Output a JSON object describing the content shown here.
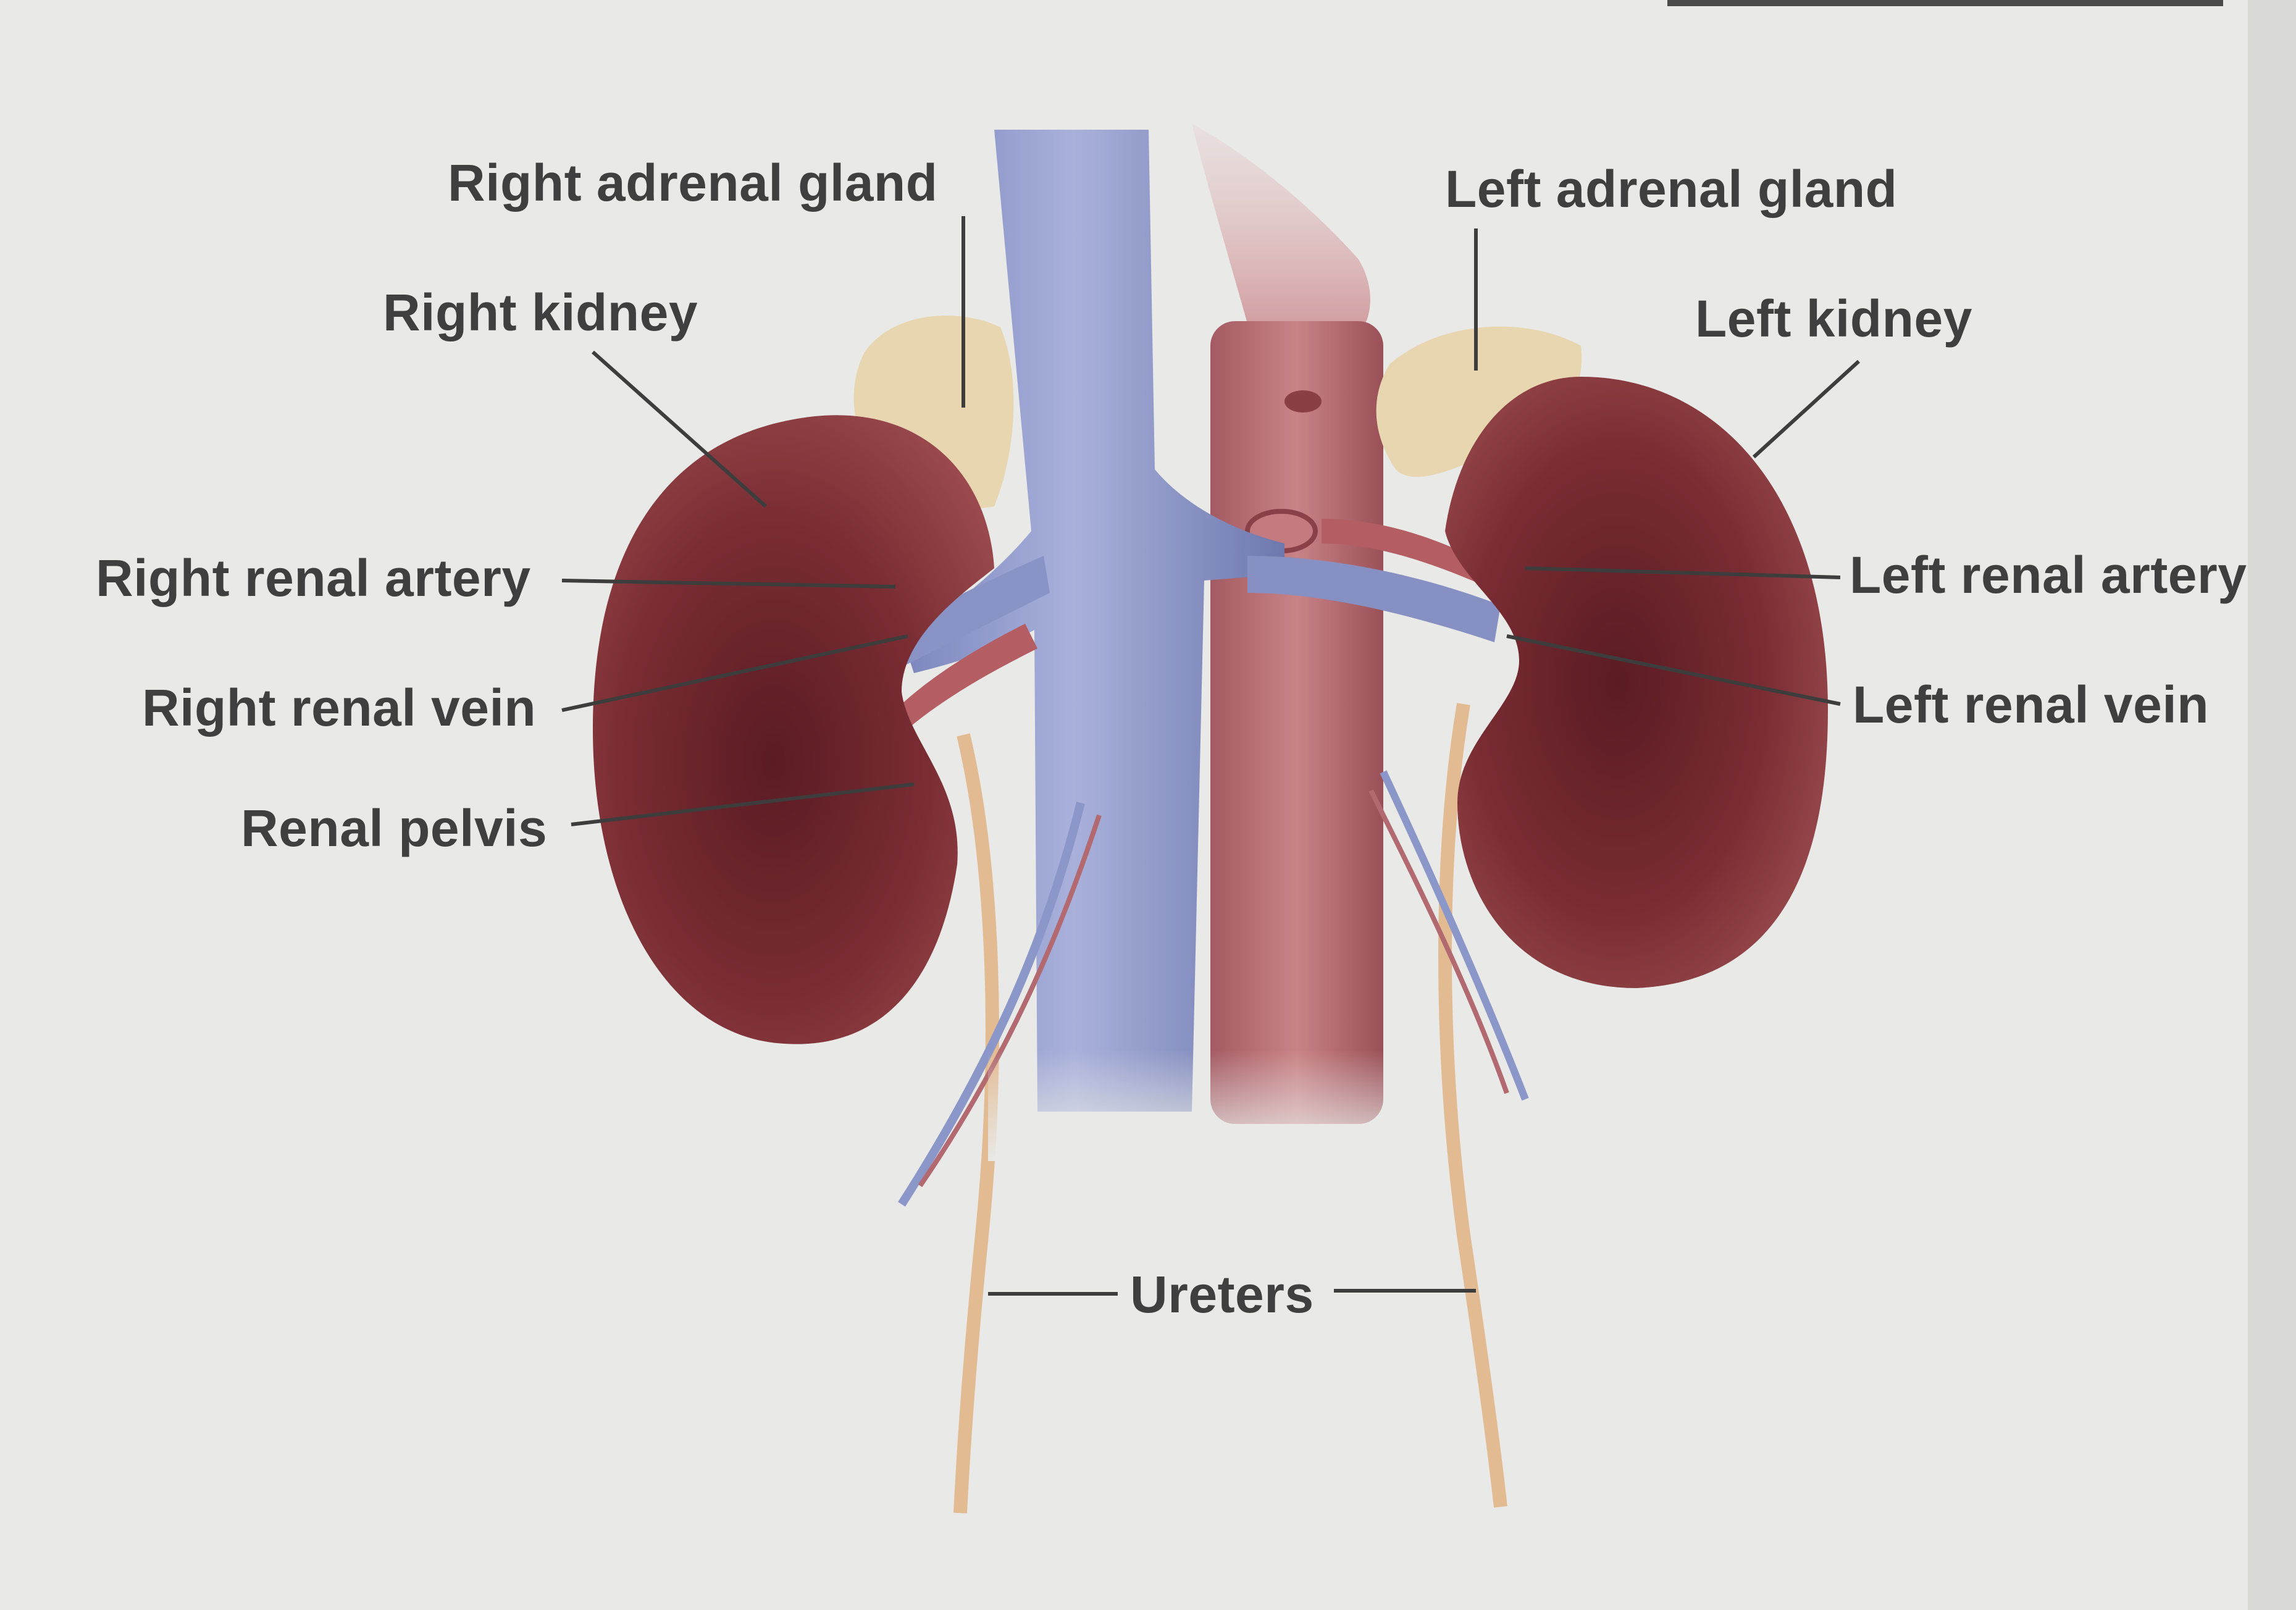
{
  "labels": {
    "right_adrenal_gland": "Right adrenal gland",
    "right_kidney": "Right kidney",
    "right_renal_artery": "Right renal artery",
    "right_renal_vein": "Right renal vein",
    "renal_pelvis": "Renal pelvis",
    "left_adrenal_gland": "Left adrenal gland",
    "left_kidney": "Left kidney",
    "left_renal_artery": "Left renal artery",
    "left_renal_vein": "Left renal vein",
    "ureters": "Ureters"
  },
  "colors": {
    "background": "#e9e9e7",
    "kidney": "#7e2f33",
    "kidney_dark": "#5a1a22",
    "adrenal": "#e8d6b0",
    "vena_cava": "#8d97c8",
    "aorta": "#b6676d",
    "ureter": "#e6c09a",
    "label_text": "#3f3f3f"
  }
}
